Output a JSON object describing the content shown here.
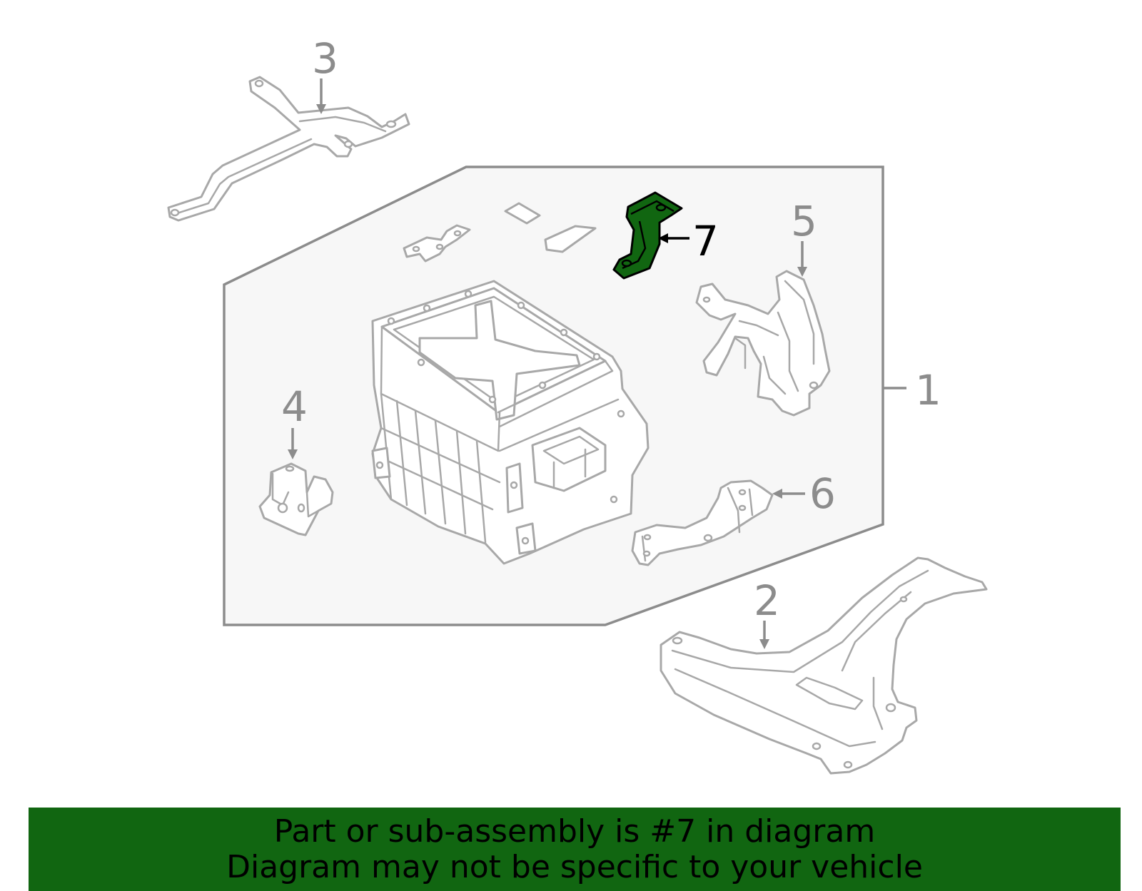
{
  "callouts": {
    "p1": "1",
    "p2": "2",
    "p3": "3",
    "p4": "4",
    "p5": "5",
    "p6": "6",
    "p7": "7"
  },
  "highlight": {
    "part_number": "7",
    "color": "#116611"
  },
  "colors": {
    "line": "#a8a8a8",
    "panel": "#f7f7f7",
    "banner": "#116611"
  },
  "footer": {
    "line1": "Part or sub-assembly is #7 in diagram",
    "line2": "Diagram may not be specific to your vehicle"
  }
}
